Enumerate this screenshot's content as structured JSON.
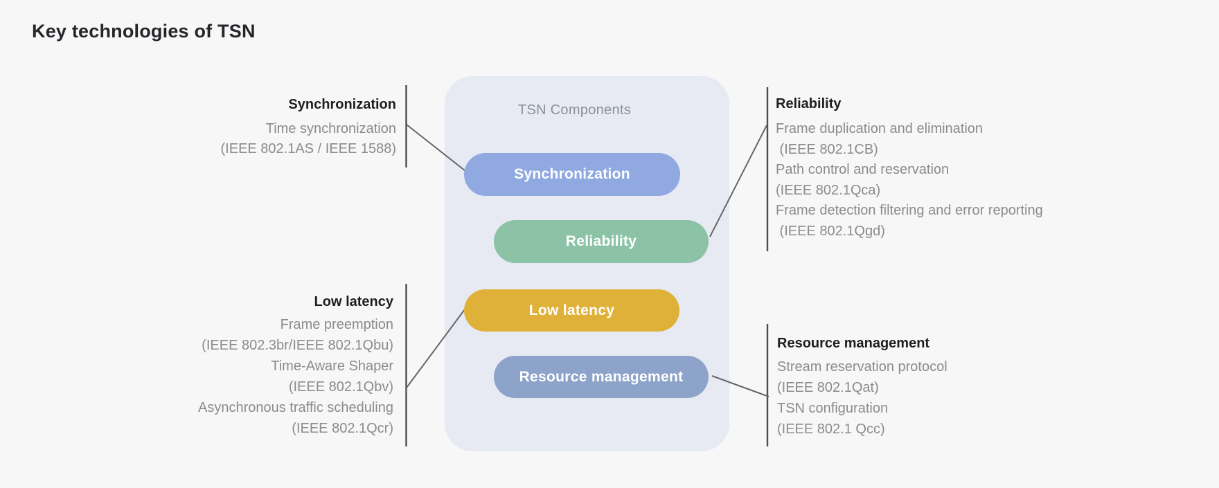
{
  "title": "Key technologies of TSN",
  "panel": {
    "label": "TSN Components",
    "background": "#e7eaf3"
  },
  "components": [
    {
      "id": "synchronization",
      "label": "Synchronization",
      "color": "#90a9e0"
    },
    {
      "id": "reliability",
      "label": "Reliability",
      "color": "#8cc3a6"
    },
    {
      "id": "low-latency",
      "label": "Low latency",
      "color": "#dfb138"
    },
    {
      "id": "resource-management",
      "label": "Resource management",
      "color": "#8da3c9"
    }
  ],
  "annotations": [
    {
      "id": "synchronization",
      "side": "left",
      "heading": "Synchronization",
      "lines": [
        "Time synchronization",
        "(IEEE 802.1AS / IEEE 1588)"
      ]
    },
    {
      "id": "reliability",
      "side": "right",
      "heading": "Reliability",
      "lines": [
        "Frame duplication and elimination",
        " (IEEE 802.1CB)",
        "Path control and reservation",
        "(IEEE 802.1Qca)",
        "Frame detection filtering and error reporting",
        " (IEEE 802.1Qgd)"
      ]
    },
    {
      "id": "low-latency",
      "side": "left",
      "heading": "Low latency",
      "lines": [
        "Frame preemption",
        "(IEEE 802.3br/IEEE 802.1Qbu)",
        "Time-Aware Shaper",
        "(IEEE 802.1Qbv)",
        "Asynchronous traffic scheduling",
        "(IEEE 802.1Qcr)"
      ]
    },
    {
      "id": "resource-management",
      "side": "right",
      "heading": "Resource management",
      "lines": [
        "Stream reservation protocol",
        "(IEEE 802.1Qat)",
        "TSN configuration",
        "(IEEE 802.1 Qcc)"
      ]
    }
  ],
  "guides": {
    "vertical_rule_color": "#4d4d4d",
    "connector_color": "#666666"
  }
}
